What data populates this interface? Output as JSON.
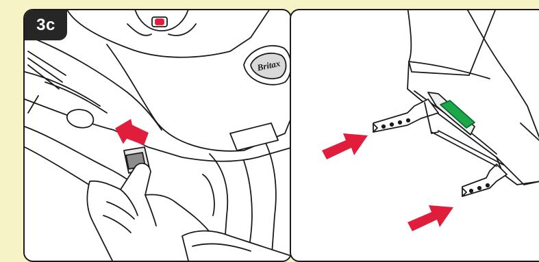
{
  "step": {
    "label": "3c"
  },
  "brand": {
    "logo_text": "Britax"
  },
  "colors": {
    "page_background": "#f6f4c6",
    "panel_border": "#1a1a1a",
    "arrow": "#e11d3c",
    "indicator": "#1aa84a",
    "badge": "#262626"
  },
  "panels": [
    {
      "name": "press-release-button"
    },
    {
      "name": "extend-isofix-connectors"
    }
  ]
}
